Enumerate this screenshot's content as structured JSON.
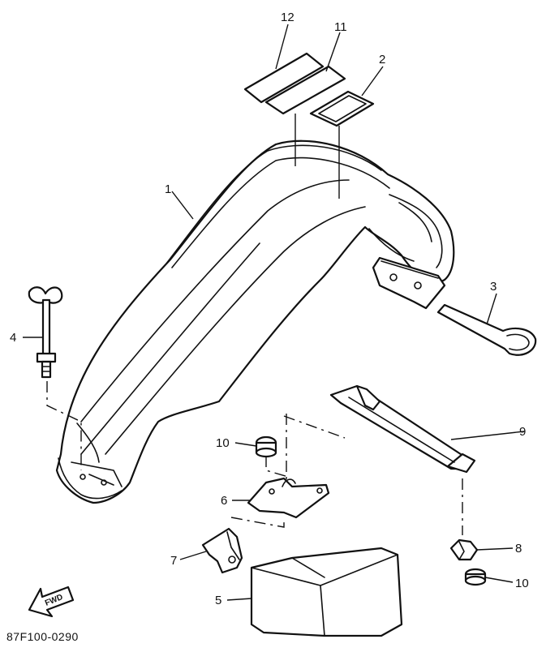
{
  "figure_code": "87F100-0290",
  "fwd_label": "FWD",
  "callouts": {
    "c12": "12",
    "c11": "11",
    "c2": "2",
    "c1": "1",
    "c3": "3",
    "c4": "4",
    "c9": "9",
    "c10a": "10",
    "c6": "6",
    "c7": "7",
    "c8": "8",
    "c10b": "10",
    "c5": "5"
  }
}
